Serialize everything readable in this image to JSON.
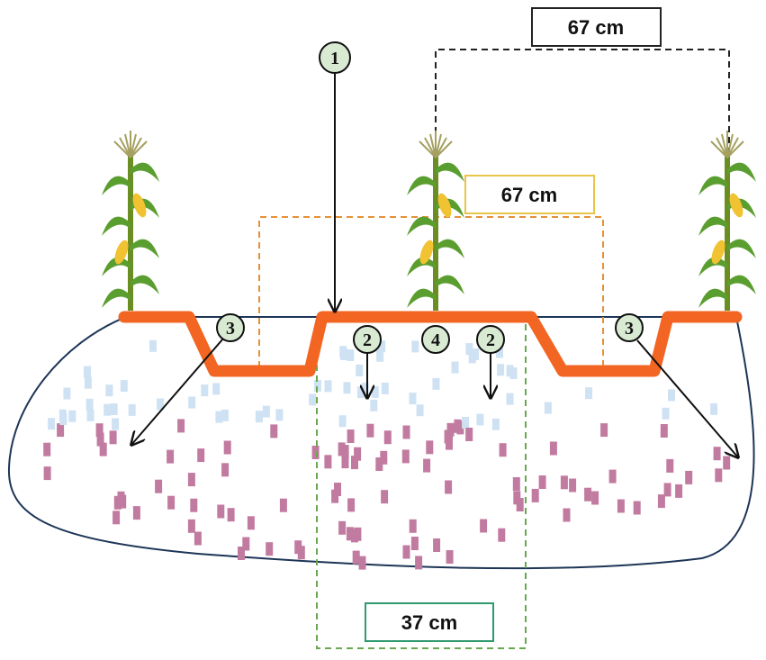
{
  "dimensions": {
    "row_spacing_top": "67 cm",
    "row_spacing_middle": "67 cm",
    "bed_width": "37 cm"
  },
  "markers": {
    "m1": "1",
    "m2a": "2",
    "m2b": "2",
    "m3a": "3",
    "m3b": "3",
    "m4": "4"
  },
  "colors": {
    "surface_line": "#f26522",
    "marker_fill": "#d9ead3",
    "upper_soil_particle": "#cfe2f3",
    "lower_soil_particle": "#c27ba0",
    "top_dim_box": "#222222",
    "middle_dim_box": "#e8c547",
    "bottom_dim_box": "#2e9a6e",
    "middle_dashed": "#e69138",
    "bed_dashed": "#6aa84f",
    "maize_leaf": "#5a9e2f",
    "maize_cob": "#f1c232"
  },
  "icons": [
    "maize-plant-icon"
  ]
}
